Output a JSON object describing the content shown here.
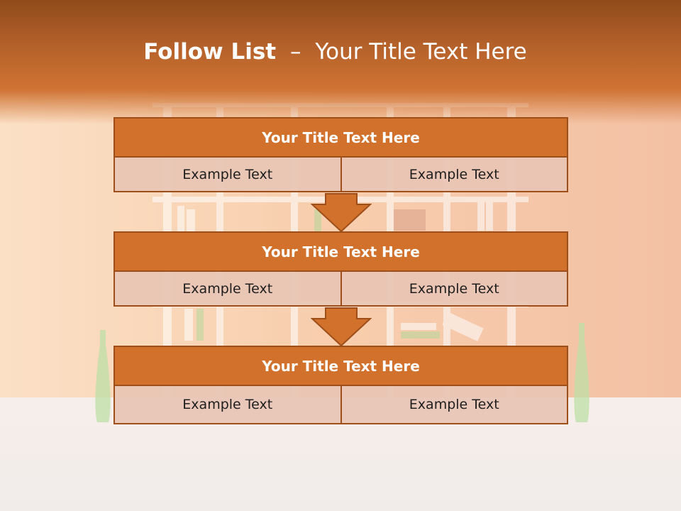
{
  "slide": {
    "title_bold": "Follow List",
    "title_separator": "–",
    "title_rest": "Your Title Text Here"
  },
  "flow": [
    {
      "header": "Your Title Text Here",
      "left": "Example Text",
      "right": "Example Text"
    },
    {
      "header": "Your Title Text Here",
      "left": "Example Text",
      "right": "Example Text"
    },
    {
      "header": "Your Title Text Here",
      "left": "Example Text",
      "right": "Example Text"
    }
  ],
  "colors": {
    "header_fill": "#d1712c",
    "border": "#9e4e19",
    "cell_fill": "#e8c4b4",
    "band": "#cf7333"
  }
}
